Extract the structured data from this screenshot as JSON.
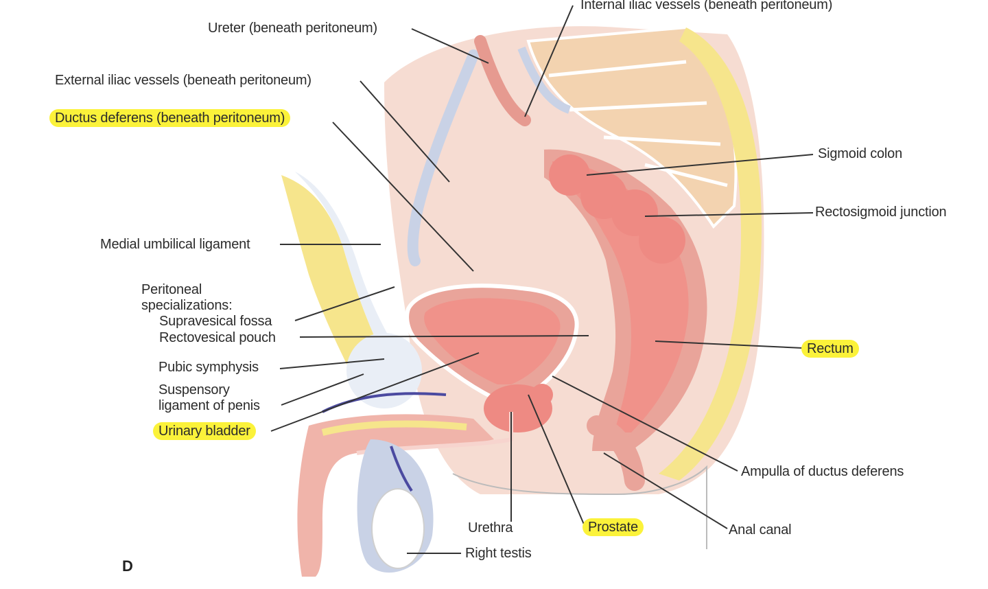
{
  "colors": {
    "highlight": "#fbf23a",
    "peritoneum_bg": "#f6dcd2",
    "fat": "#f6e58c",
    "bone": "#f3d3b0",
    "muscle": "#e9a49a",
    "mucosa": "#f0928a",
    "vessel": "#c9d2e6",
    "vein": "#4b4aa0",
    "leader": "#333333"
  },
  "panel_letter": "D",
  "labels": {
    "internal_iliac": "Internal iliac vessels (beneath peritoneum)",
    "ureter": "Ureter (beneath peritoneum)",
    "external_iliac": "External iliac vessels (beneath peritoneum)",
    "ductus_deferens": "Ductus deferens (beneath peritoneum)",
    "sigmoid_colon": "Sigmoid colon",
    "rectosigmoid": "Rectosigmoid junction",
    "medial_umbilical": "Medial umbilical ligament",
    "peritoneal_1": "Peritoneal",
    "peritoneal_2": "specializations:",
    "supravesical": "Supravesical fossa",
    "rectovesical": "Rectovesical pouch",
    "rectum": "Rectum",
    "pubic_symphysis": "Pubic symphysis",
    "suspensory_1": "Suspensory",
    "suspensory_2": "ligament of penis",
    "urinary_bladder": "Urinary bladder",
    "ampulla": "Ampulla of ductus deferens",
    "urethra": "Urethra",
    "prostate": "Prostate",
    "anal_canal": "Anal canal",
    "right_testis": "Right testis"
  }
}
